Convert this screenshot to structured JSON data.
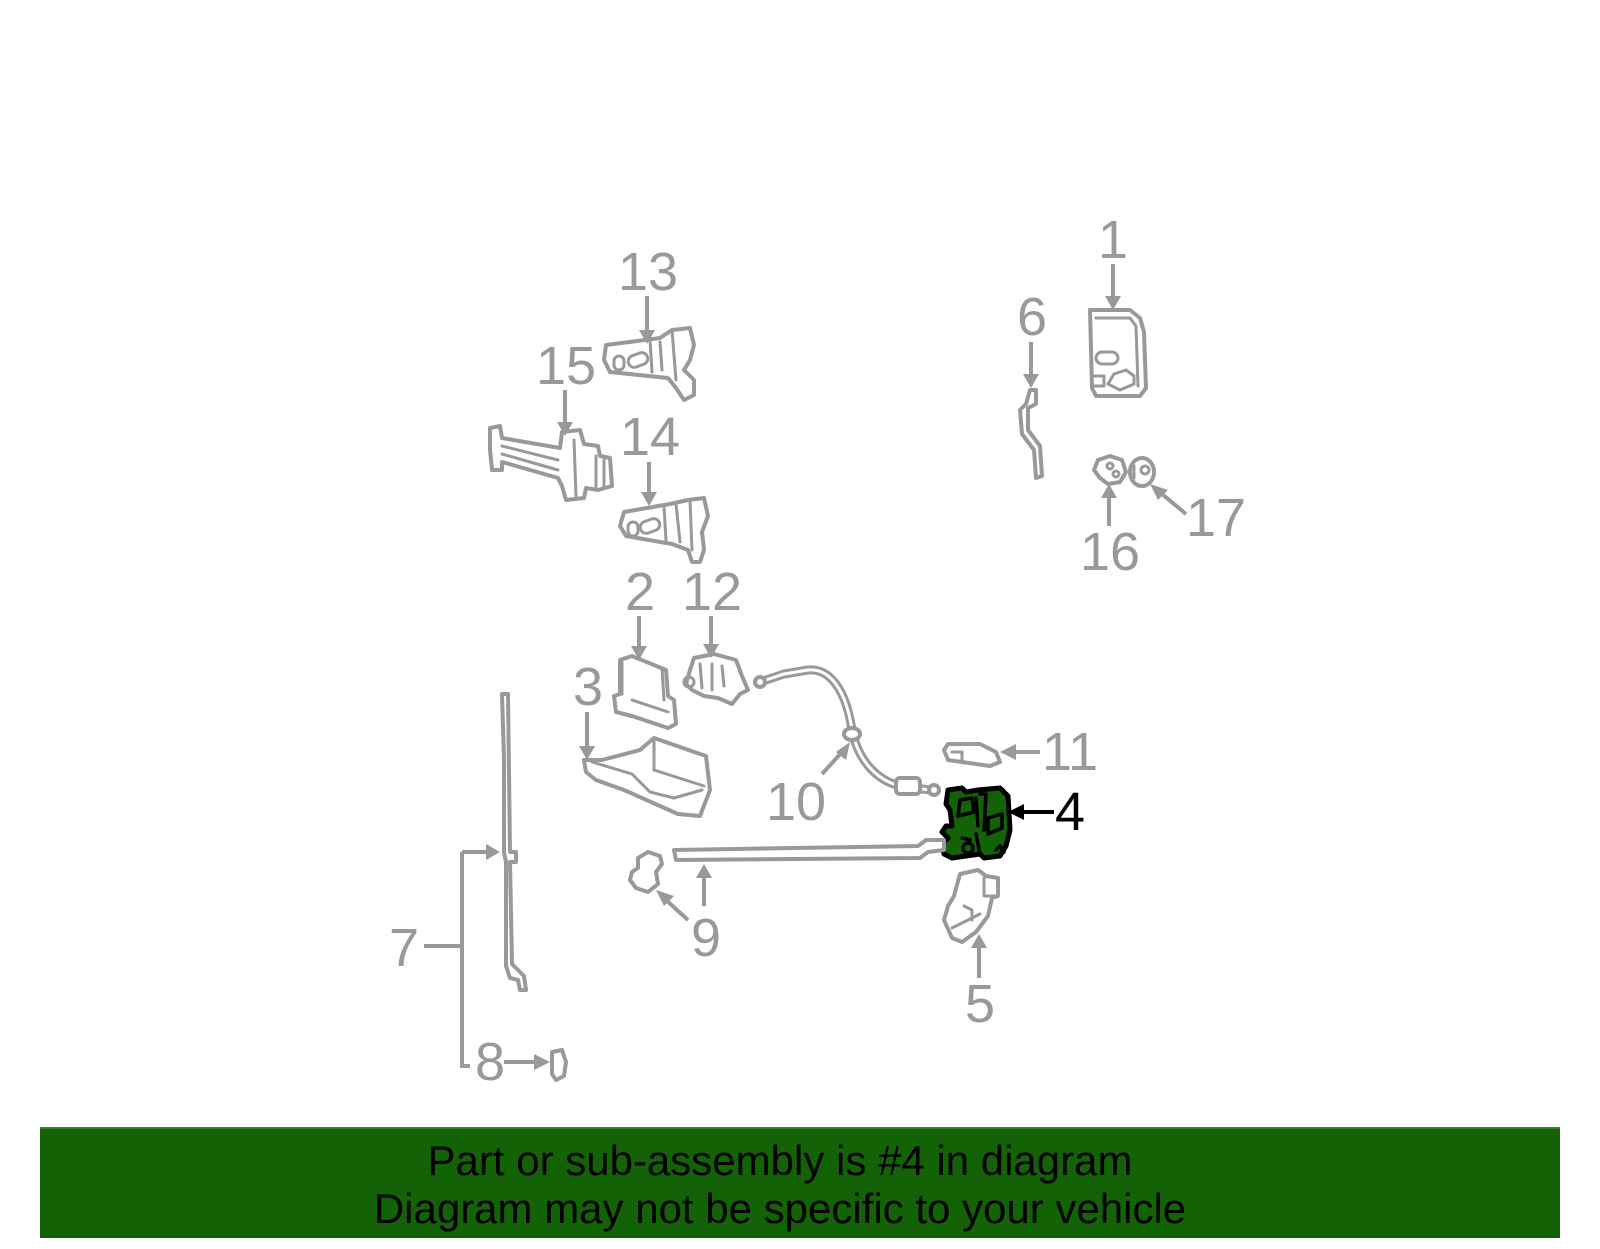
{
  "diagram": {
    "highlighted_part": "4",
    "colors": {
      "line_gray": "#999999",
      "highlight_fill": "#136206",
      "highlight_stroke": "#000000",
      "background": "#ffffff"
    },
    "callouts": [
      {
        "id": "1",
        "label": "1"
      },
      {
        "id": "2",
        "label": "2"
      },
      {
        "id": "3",
        "label": "3"
      },
      {
        "id": "4",
        "label": "4"
      },
      {
        "id": "5",
        "label": "5"
      },
      {
        "id": "6",
        "label": "6"
      },
      {
        "id": "7",
        "label": "7"
      },
      {
        "id": "8",
        "label": "8"
      },
      {
        "id": "9",
        "label": "9"
      },
      {
        "id": "10",
        "label": "10"
      },
      {
        "id": "11",
        "label": "11"
      },
      {
        "id": "12",
        "label": "12"
      },
      {
        "id": "13",
        "label": "13"
      },
      {
        "id": "14",
        "label": "14"
      },
      {
        "id": "15",
        "label": "15"
      },
      {
        "id": "16",
        "label": "16"
      },
      {
        "id": "17",
        "label": "17"
      }
    ]
  },
  "banner": {
    "line1": "Part or sub-assembly is #4 in diagram",
    "line2": "Diagram may not be specific to your vehicle",
    "background": "#136206"
  }
}
